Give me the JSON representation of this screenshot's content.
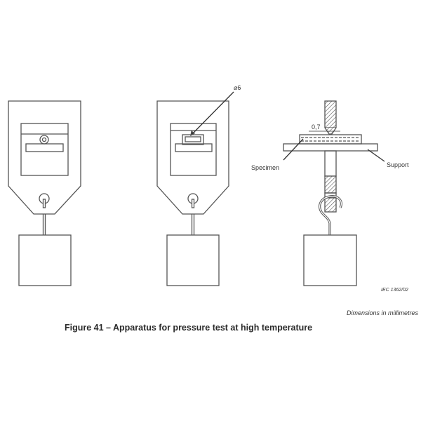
{
  "labels": {
    "hole_diameter": "⌀6",
    "gap": "0,7",
    "specimen": "Specimen",
    "support": "Support"
  },
  "figure": {
    "reference": "IEC  1362/02",
    "units_note": "Dimensions in millimetres",
    "caption": "Figure 41 – Apparatus for pressure test at high temperature"
  }
}
